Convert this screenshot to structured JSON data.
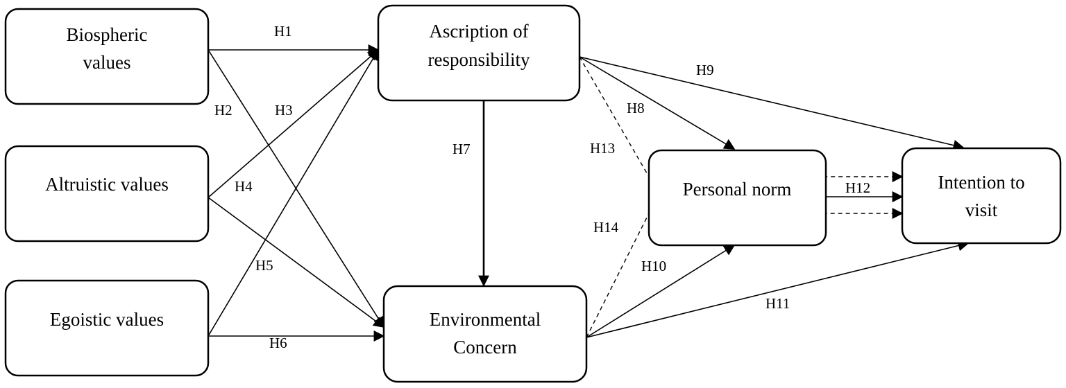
{
  "nodes": {
    "biospheric": [
      "Biospheric",
      "values"
    ],
    "altruistic": [
      "Altruistic values"
    ],
    "egoistic": [
      "Egoistic values"
    ],
    "ascription": [
      "Ascription of",
      "responsibility"
    ],
    "environmental": [
      "Environmental",
      "Concern"
    ],
    "personal": [
      "Personal norm"
    ],
    "intention": [
      "Intention to",
      "visit"
    ]
  },
  "edges": {
    "h1": "H1",
    "h2": "H2",
    "h3": "H3",
    "h4": "H4",
    "h5": "H5",
    "h6": "H6",
    "h7": "H7",
    "h8": "H8",
    "h9": "H9",
    "h10": "H10",
    "h11": "H11",
    "h12": "H12",
    "h13": "H13",
    "h14": "H14"
  }
}
